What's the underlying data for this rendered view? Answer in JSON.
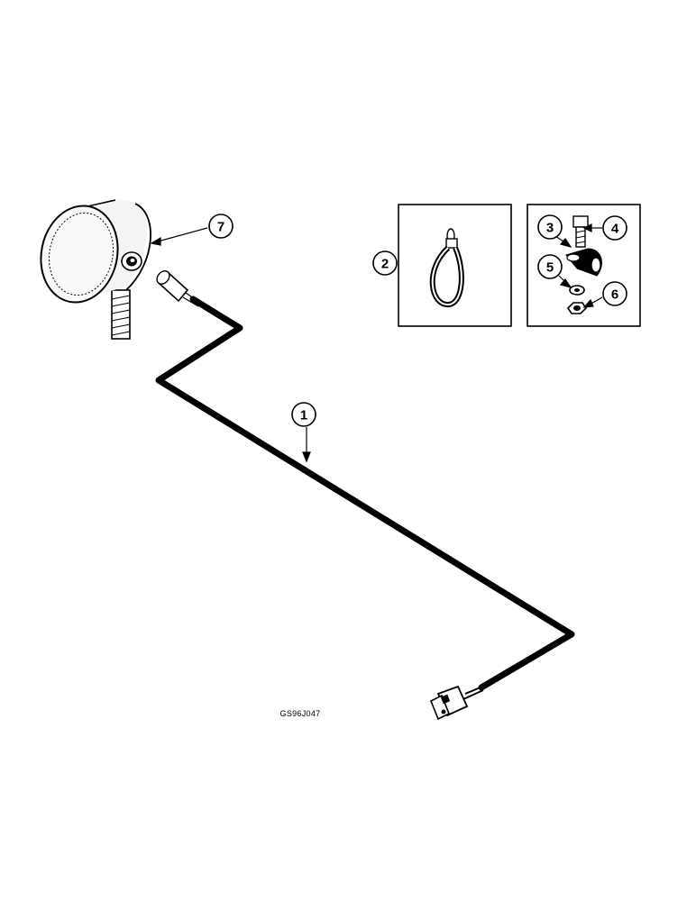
{
  "figure_code": "GS96J047",
  "callouts": [
    {
      "number": "1",
      "part": "wiring-harness"
    },
    {
      "number": "2",
      "part": "strap-clamp"
    },
    {
      "number": "3",
      "part": "clip"
    },
    {
      "number": "4",
      "part": "bolt"
    },
    {
      "number": "5",
      "part": "lock-washer"
    },
    {
      "number": "6",
      "part": "nut"
    },
    {
      "number": "7",
      "part": "lamp"
    }
  ]
}
